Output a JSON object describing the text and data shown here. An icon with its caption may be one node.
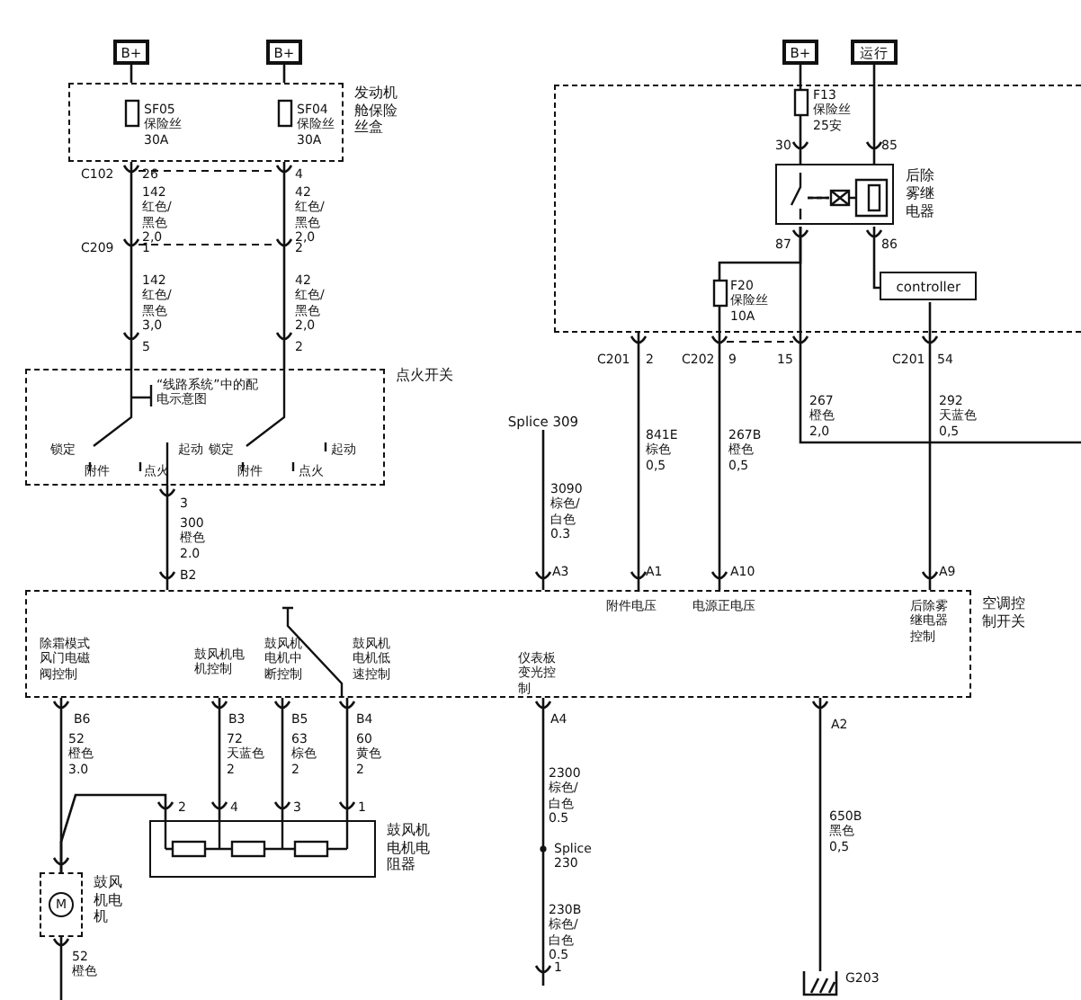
{
  "diagram": {
    "nodes": [
      {
        "text": [
          "B+"
        ]
      },
      {
        "text": [
          "B+"
        ]
      },
      {
        "text": [
          "B+"
        ]
      },
      {
        "text": [
          "运行"
        ]
      },
      {
        "text": [
          "发动机舱保险丝盒"
        ]
      },
      {
        "text": [],
        "shape": "box"
      },
      {
        "text": [
          "后除雾继电器"
        ],
        "in": 5
      },
      {
        "text": [
          "controller"
        ],
        "in": 5
      },
      {
        "text": [
          "点火开关"
        ]
      },
      {
        "text": [
          "Splice 309"
        ]
      },
      {
        "text": [
          "空调控制开关"
        ]
      },
      {
        "text": [
          "鼓风机电机电阻器"
        ]
      },
      {
        "text": [
          "M",
          "鼓风机电机"
        ]
      },
      {
        "text": [],
        "shape": "ground",
        "beside": [
          "G203"
        ]
      }
    ],
    "edges": [
      {
        "from": 0,
        "to": 4,
        "arrow": "none"
      },
      {
        "from": 1,
        "to": 4,
        "arrow": "none"
      },
      {
        "from": 4,
        "to": 8,
        "arrow": "none"
      },
      {
        "from": 4,
        "to": 8,
        "arrow": "none"
      },
      {
        "from": 2,
        "to": 6,
        "arrow": "none"
      },
      {
        "from": 3,
        "to": 6,
        "arrow": "none"
      },
      {
        "from": 6,
        "to": 7,
        "arrow": "none"
      },
      {
        "from": 6,
        "to": 10,
        "arrow": "none"
      },
      {
        "from": 6,
        "to": null,
        "arrow": "none"
      },
      {
        "from": 7,
        "to": 10,
        "arrow": "none"
      },
      {
        "from": 5,
        "to": 10,
        "arrow": "none"
      },
      {
        "from": 8,
        "to": 10,
        "arrow": "none"
      },
      {
        "from": 9,
        "to": 10,
        "arrow": "none"
      },
      {
        "from": 10,
        "to": 11,
        "arrow": "none"
      },
      {
        "from": 10,
        "to": 11,
        "arrow": "none"
      },
      {
        "from": 10,
        "to": 11,
        "arrow": "none"
      },
      {
        "from": 10,
        "to": 12,
        "arrow": "none"
      },
      {
        "from": 11,
        "to": 12,
        "arrow": "none"
      },
      {
        "from": 12,
        "to": null,
        "arrow": "none"
      },
      {
        "from": 10,
        "to": 13,
        "arrow": "none"
      },
      {
        "from": 10,
        "to": null,
        "arrow": "none"
      }
    ],
    "labels": [
      "SF05 保险丝 30A",
      "SF04 保险丝 30A",
      "F13 保险丝 25安",
      "30",
      "85",
      "C102",
      "26",
      "4",
      "142 红色/黑色 2,0",
      "42 红色/黑色 2,0",
      "C209",
      "1",
      "2",
      "87",
      "86",
      "F20 保险丝 10A",
      "142 红色/黑色 3,0",
      "42 红色/黑色 2,0",
      "5",
      "2",
      "C201",
      "2",
      "C202",
      "9",
      "15",
      "C201",
      "54",
      "“线路系统”中的配电示意图",
      "267 橙色 2,0",
      "292 天蓝色 0,5",
      "841E 棕色 0,5",
      "267B 橙色 0,5",
      "锁定",
      "起动",
      "锁定",
      "起动",
      "附件",
      "点火",
      "附件",
      "点火",
      "3090 棕色/白色 0.3",
      "3",
      "300 橙色 2.0",
      "B2",
      "A3",
      "A1",
      "A10",
      "A9",
      "附件电压",
      "电源正电压",
      "后除雾继电器控制",
      "除霜模式风门电磁阀控制",
      "鼓风机电机控制",
      "鼓风机电机中断控制",
      "鼓风机电机低速控制",
      "仪表板变光控制",
      "B6",
      "52 橙色 3.0",
      "B3",
      "72 天蓝色 2",
      "B5",
      "63 棕色 2",
      "B4",
      "60 黄色 2",
      "A4",
      "A2",
      "2300 棕色/白色 0.5",
      "2",
      "4",
      "3",
      "1",
      "650B 黑色 0,5",
      "Splice 230",
      "230B 棕色/白色 0.5",
      "1",
      "52 橙色"
    ]
  }
}
